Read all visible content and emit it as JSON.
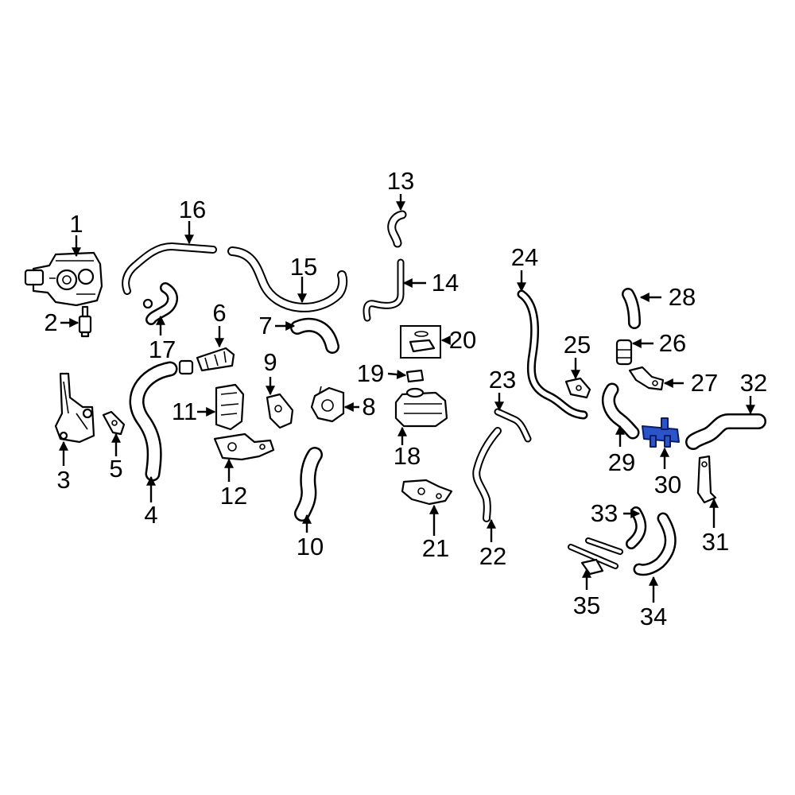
{
  "diagram": {
    "highlight_color": "#2a54c8",
    "highlighted_part": "30",
    "callouts": [
      {
        "id": "1",
        "label": "1"
      },
      {
        "id": "2",
        "label": "2"
      },
      {
        "id": "3",
        "label": "3"
      },
      {
        "id": "4",
        "label": "4"
      },
      {
        "id": "5",
        "label": "5"
      },
      {
        "id": "6",
        "label": "6"
      },
      {
        "id": "7",
        "label": "7"
      },
      {
        "id": "8",
        "label": "8"
      },
      {
        "id": "9",
        "label": "9"
      },
      {
        "id": "10",
        "label": "10"
      },
      {
        "id": "11",
        "label": "11"
      },
      {
        "id": "12",
        "label": "12"
      },
      {
        "id": "13",
        "label": "13"
      },
      {
        "id": "14",
        "label": "14"
      },
      {
        "id": "15",
        "label": "15"
      },
      {
        "id": "16",
        "label": "16"
      },
      {
        "id": "17",
        "label": "17"
      },
      {
        "id": "18",
        "label": "18"
      },
      {
        "id": "19",
        "label": "19"
      },
      {
        "id": "20",
        "label": "20"
      },
      {
        "id": "21",
        "label": "21"
      },
      {
        "id": "22",
        "label": "22"
      },
      {
        "id": "23",
        "label": "23"
      },
      {
        "id": "24",
        "label": "24"
      },
      {
        "id": "25",
        "label": "25"
      },
      {
        "id": "26",
        "label": "26"
      },
      {
        "id": "27",
        "label": "27"
      },
      {
        "id": "28",
        "label": "28"
      },
      {
        "id": "29",
        "label": "29"
      },
      {
        "id": "30",
        "label": "30"
      },
      {
        "id": "31",
        "label": "31"
      },
      {
        "id": "32",
        "label": "32"
      },
      {
        "id": "33",
        "label": "33"
      },
      {
        "id": "34",
        "label": "34"
      },
      {
        "id": "35",
        "label": "35"
      }
    ]
  }
}
